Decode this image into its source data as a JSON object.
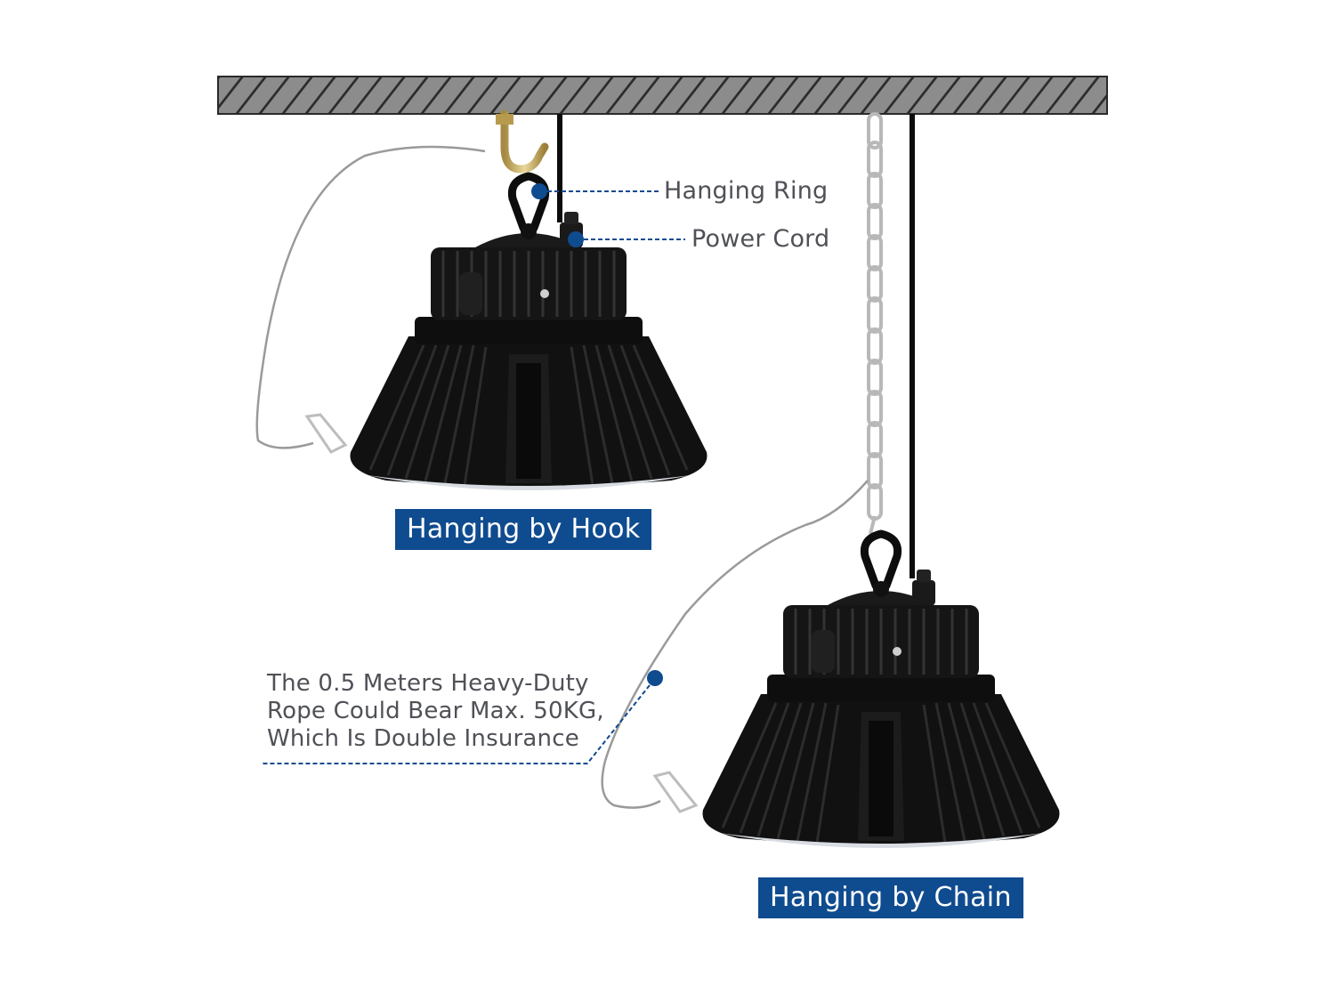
{
  "callouts": {
    "hanging_ring": "Hanging Ring",
    "power_cord": "Power Cord",
    "rope_line1": "The 0.5 Meters Heavy-Duty",
    "rope_line2": "Rope Could Bear Max. 50KG,",
    "rope_line3": "Which Is Double Insurance"
  },
  "labels": {
    "hook": "Hanging by Hook",
    "chain": "Hanging by Chain"
  },
  "colors": {
    "accent": "#0f4b8f",
    "ceiling": "#8c8c8c",
    "lamp": "#121212",
    "text": "#4f5157"
  }
}
